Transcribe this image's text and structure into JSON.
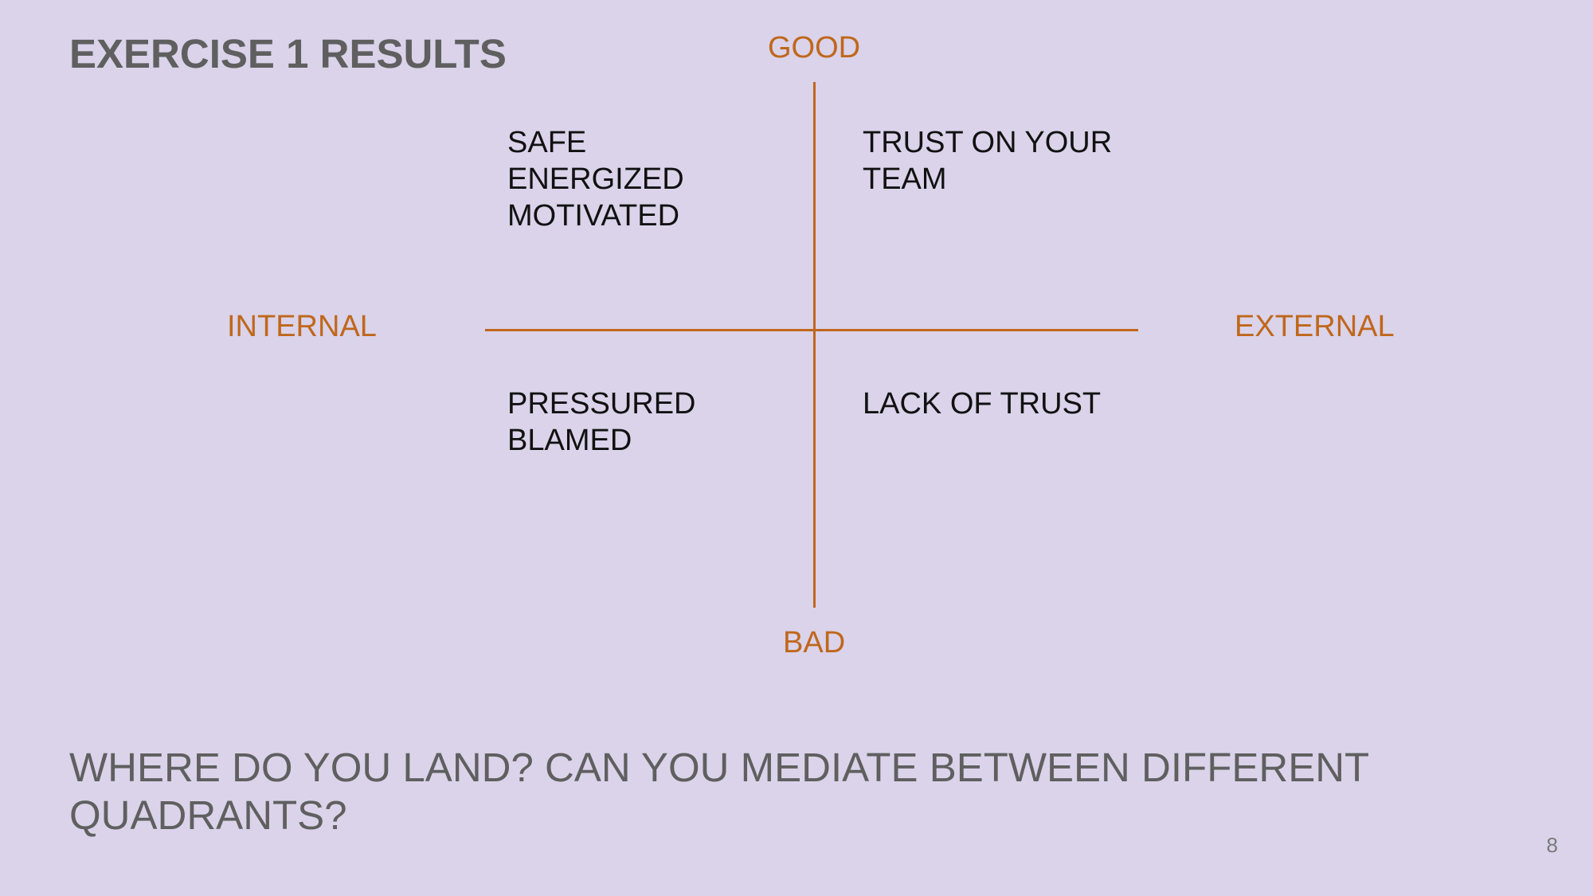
{
  "slide": {
    "title": "EXERCISE 1 RESULTS",
    "axes": {
      "top": "GOOD",
      "bottom": "BAD",
      "left": "INTERNAL",
      "right": "EXTERNAL"
    },
    "quadrants": {
      "top_left": [
        "SAFE",
        "ENERGIZED",
        "MOTIVATED"
      ],
      "top_right": [
        "TRUST ON YOUR",
        "TEAM"
      ],
      "bottom_left": [
        "PRESSURED",
        "BLAMED"
      ],
      "bottom_right": [
        "LACK OF TRUST"
      ]
    },
    "question_lines": [
      "WHERE DO YOU LAND? CAN YOU MEDIATE BETWEEN DIFFERENT",
      "QUADRANTS?"
    ],
    "page_number": "8"
  },
  "colors": {
    "background": "#DAD3EA",
    "heading_text": "#5F5F5F",
    "body_text": "#111111",
    "accent": "#C0671B",
    "page_number": "#7A7A7A"
  }
}
